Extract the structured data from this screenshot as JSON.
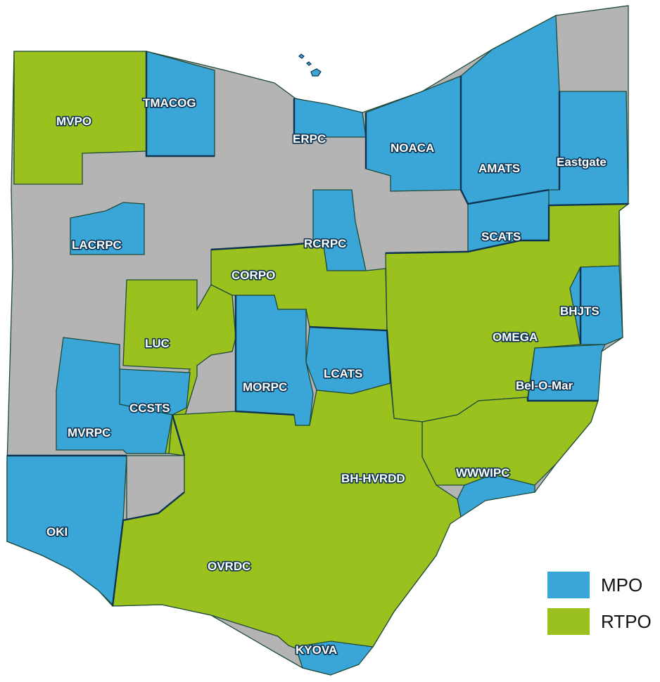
{
  "colors": {
    "mpo": "#3aa6d8",
    "rtpo": "#9bc11f",
    "none": "#b4b4b4",
    "border": "#0d3350",
    "county_line": "#1f4a3a"
  },
  "legend": [
    {
      "label": "MPO",
      "color": "#3aa6d8"
    },
    {
      "label": "RTPO",
      "color": "#9bc11f"
    }
  ],
  "regions": [
    {
      "name": "MVPO",
      "type": "RTPO"
    },
    {
      "name": "TMACOG",
      "type": "MPO"
    },
    {
      "name": "ERPC",
      "type": "MPO"
    },
    {
      "name": "NOACA",
      "type": "MPO"
    },
    {
      "name": "AMATS",
      "type": "MPO"
    },
    {
      "name": "Eastgate",
      "type": "MPO"
    },
    {
      "name": "LACRPC",
      "type": "MPO"
    },
    {
      "name": "RCRPC",
      "type": "MPO"
    },
    {
      "name": "SCATS",
      "type": "MPO"
    },
    {
      "name": "CORPO",
      "type": "RTPO"
    },
    {
      "name": "BHJTS",
      "type": "MPO"
    },
    {
      "name": "LUC",
      "type": "RTPO"
    },
    {
      "name": "OMEGA",
      "type": "RTPO"
    },
    {
      "name": "LCATS",
      "type": "MPO"
    },
    {
      "name": "MORPC",
      "type": "MPO"
    },
    {
      "name": "Bel-O-Mar",
      "type": "MPO"
    },
    {
      "name": "CCSTS",
      "type": "MPO"
    },
    {
      "name": "MVRPC",
      "type": "MPO"
    },
    {
      "name": "BH-HVRDD",
      "type": "RTPO"
    },
    {
      "name": "WWWIPC",
      "type": "MPO"
    },
    {
      "name": "OKI",
      "type": "MPO"
    },
    {
      "name": "OVRDC",
      "type": "RTPO"
    },
    {
      "name": "KYOVA",
      "type": "MPO"
    }
  ]
}
